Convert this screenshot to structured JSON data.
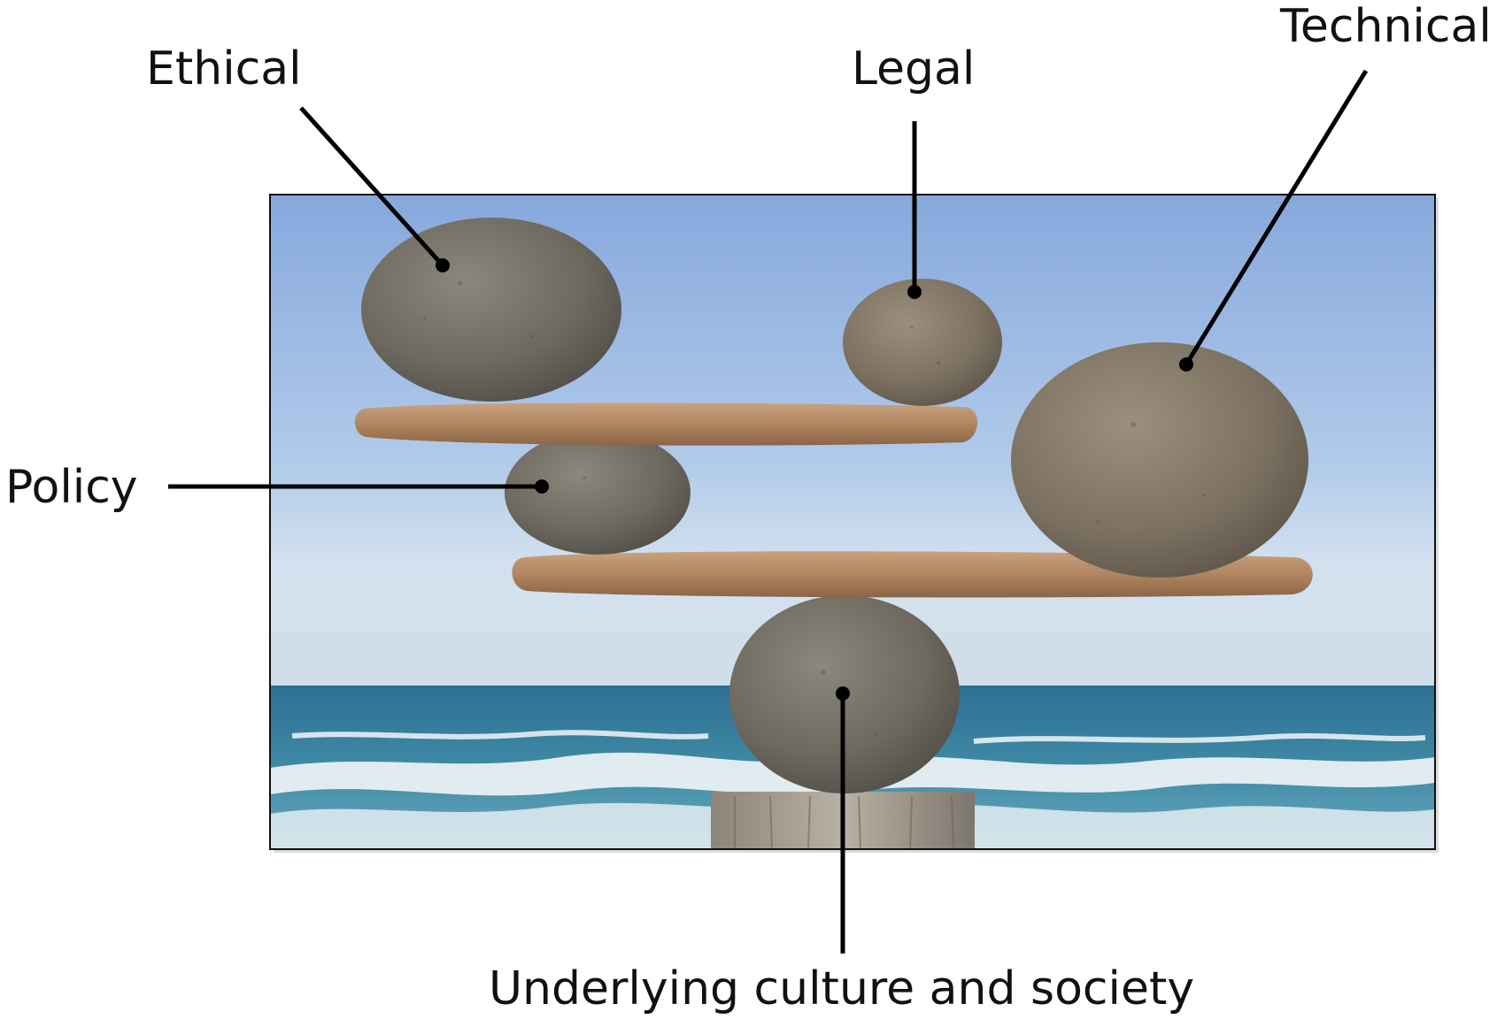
{
  "labels": {
    "ethical": "Ethical",
    "legal": "Legal",
    "technical": "Technical",
    "policy": "Policy",
    "culture": "Underlying culture and society"
  },
  "photo": {
    "subject": "balanced-stones-on-driftwood-over-sea"
  },
  "colors": {
    "text": "#111111",
    "leader_line": "#000000",
    "sky_top": "#8fb0dd",
    "sky_bottom": "#c8dbee",
    "sea": "#2f7fa0",
    "stone": "#6f6b62",
    "driftwood": "#b48a63"
  }
}
